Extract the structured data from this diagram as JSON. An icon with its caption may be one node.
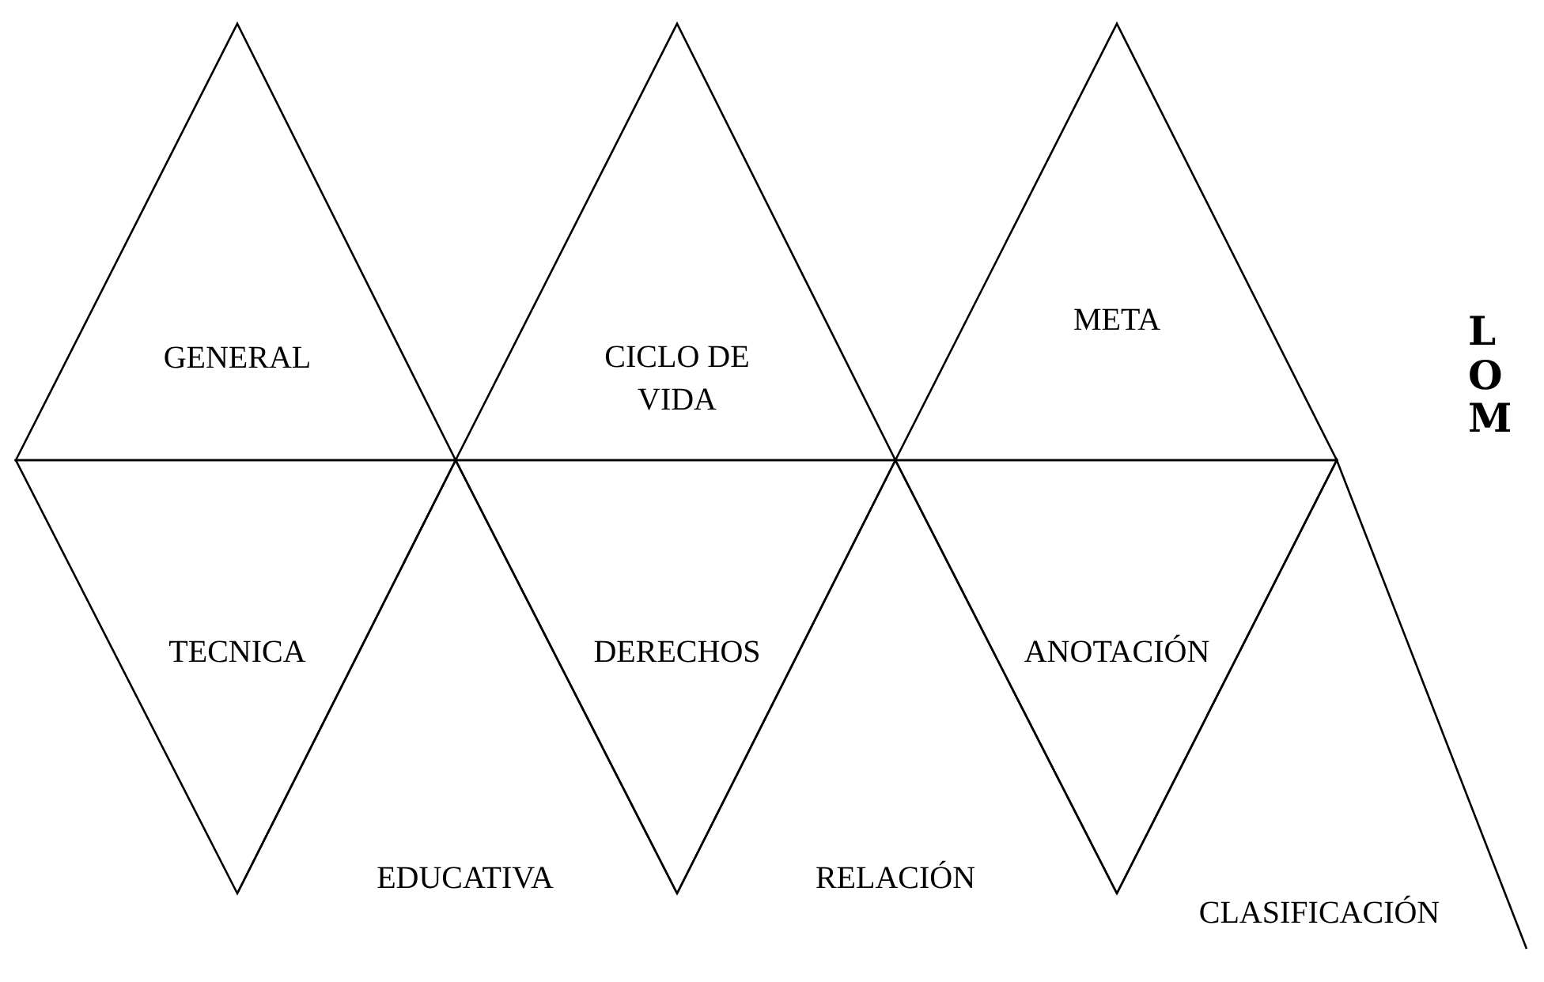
{
  "diagram": {
    "nodes": [
      {
        "text": [
          "GENERAL"
        ]
      },
      {
        "text": [
          "CICLO DE VIDA"
        ]
      },
      {
        "text": [
          "META"
        ]
      },
      {
        "text": [
          "TECNICA"
        ]
      },
      {
        "text": [
          "DERECHOS"
        ]
      },
      {
        "text": [
          "ANOTACIÓN"
        ]
      },
      {
        "text": [
          "EDUCATIVA"
        ]
      },
      {
        "text": [
          "RELACIÓN"
        ]
      },
      {
        "text": [
          "CLASIFICACIÓN"
        ]
      }
    ],
    "labels": [
      "LOM"
    ]
  }
}
